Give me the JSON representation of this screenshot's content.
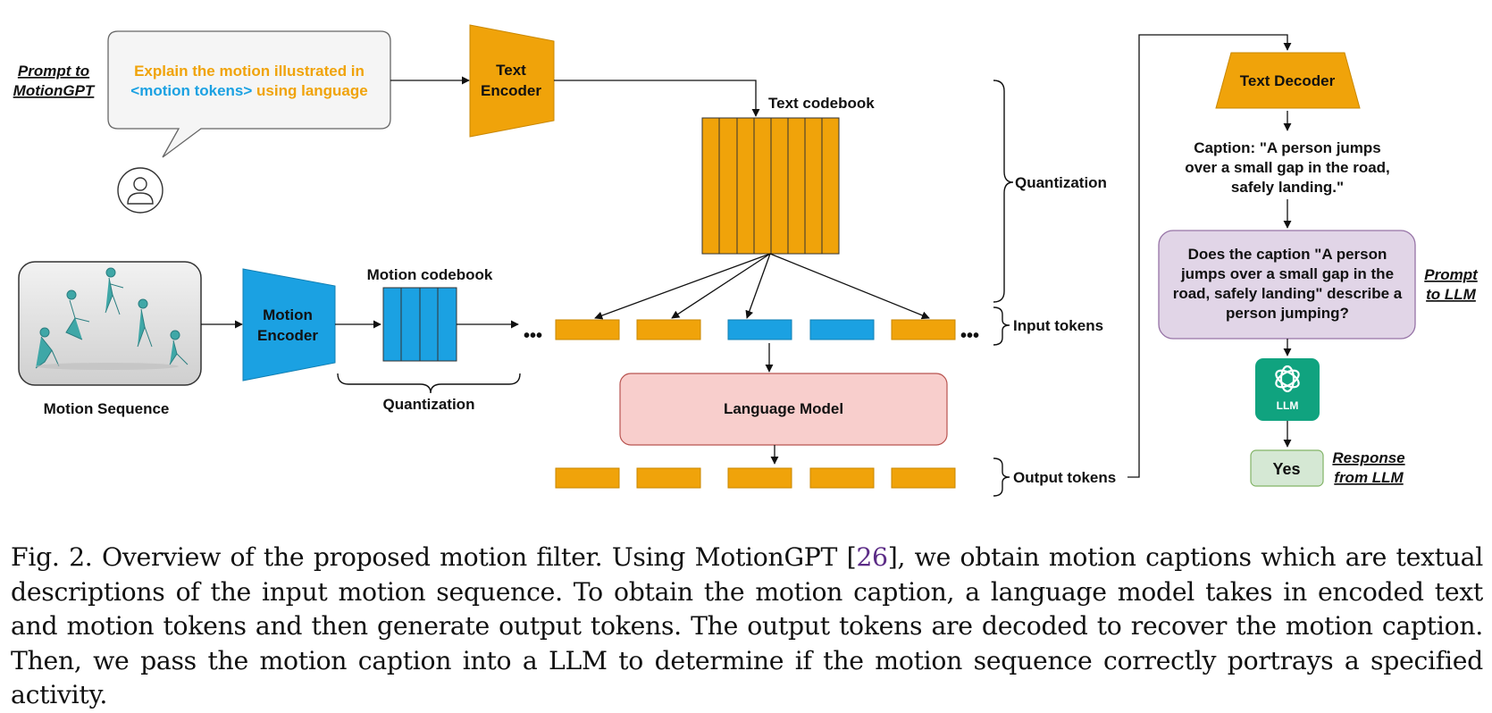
{
  "diagram": {
    "prompt_label": [
      "Prompt to",
      "MotionGPT"
    ],
    "speech_line1": "Explain the motion illustrated in",
    "speech_line2_token": "<motion tokens>",
    "speech_line2_rest": " using language",
    "text_encoder": [
      "Text",
      "Encoder"
    ],
    "text_codebook": "Text codebook",
    "quantization_right": "Quantization",
    "motion_sequence": "Motion Sequence",
    "motion_encoder": [
      "Motion",
      "Encoder"
    ],
    "motion_codebook": "Motion codebook",
    "quantization_bottom": "Quantization",
    "ellipsis": "•••",
    "input_tokens": "Input tokens",
    "language_model": "Language Model",
    "output_tokens": "Output tokens",
    "text_decoder": "Text Decoder",
    "caption_text": [
      "Caption: \"A person jumps",
      "over a small gap in the road,",
      "safely landing.\""
    ],
    "question_text": [
      "Does the caption \"A person",
      "jumps over a small gap in the",
      "road, safely landing\" describe a",
      "person jumping?"
    ],
    "prompt_to_llm": [
      "Prompt",
      "to LLM"
    ],
    "llm_label": "LLM",
    "yes_label": "Yes",
    "response_label": [
      "Response",
      "from LLM"
    ]
  },
  "colors": {
    "orange": "#f0a30a",
    "blue": "#1ba1e2",
    "pink": "#f8cecc",
    "purple": "#e1d5e7",
    "green": "#d5e8d4",
    "llm_green": "#10a37f",
    "speech_bubble": "#f5f5f5"
  },
  "figure_caption": {
    "prefix": "Fig. 2.  Overview of the proposed motion filter. Using MotionGPT [",
    "ref": "26",
    "suffix": "], we obtain motion captions which are textual descriptions of the input motion sequence. To obtain the motion caption, a language model takes in encoded text and motion tokens and then generate output tokens. The output tokens are decoded to recover the motion caption. Then, we pass the motion caption into a LLM to determine if the motion sequence correctly portrays a specified activity."
  }
}
